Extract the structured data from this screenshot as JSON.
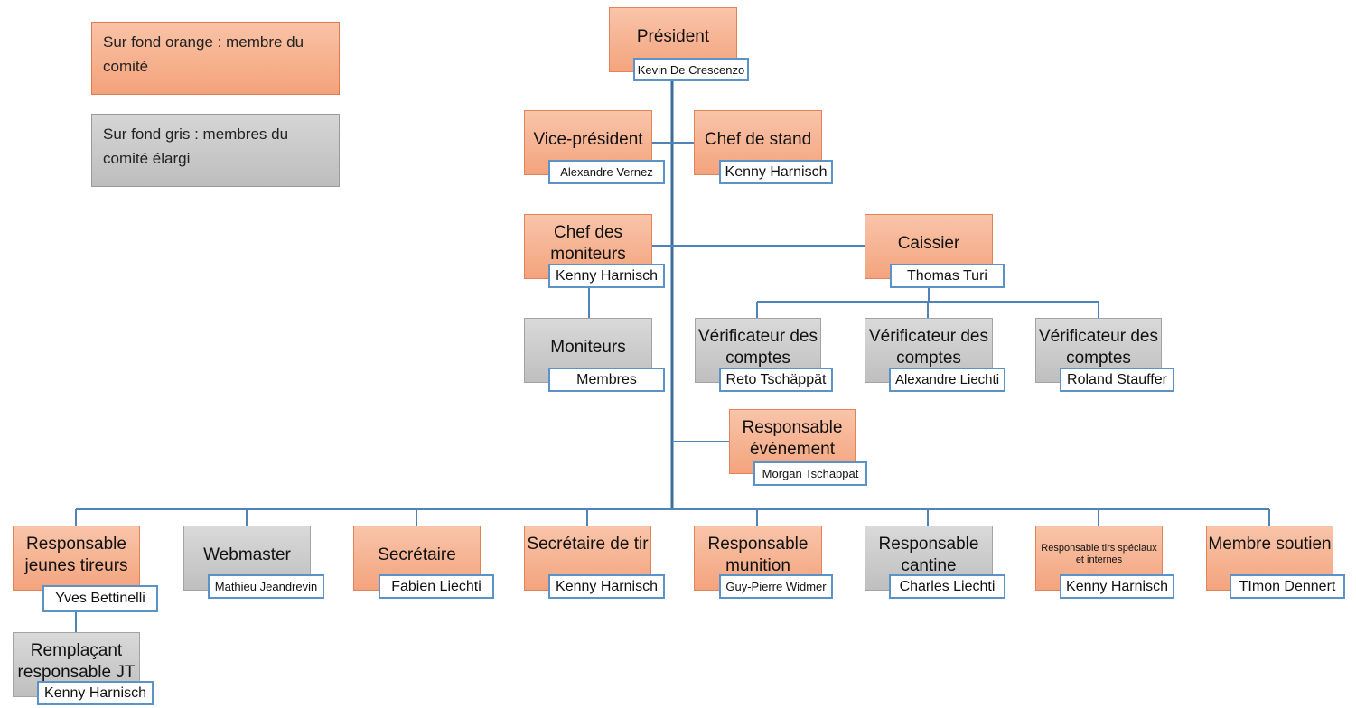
{
  "legend": {
    "orange": "Sur fond orange : membre du comité",
    "gray": "Sur fond gris : membres du comité élargi"
  },
  "colors": {
    "orange_fill": "#f4a27a",
    "gray_fill": "#c4c4c4",
    "connector": "#3b6e9e",
    "name_border": "#5b93c9"
  },
  "nodes": {
    "president": {
      "role": "Président",
      "name": "Kevin De Crescenzo"
    },
    "vice_president": {
      "role": "Vice-président",
      "name": "Alexandre Vernez"
    },
    "chef_stand": {
      "role": "Chef de stand",
      "name": "Kenny Harnisch"
    },
    "chef_moniteurs": {
      "role": "Chef des moniteurs",
      "name": "Kenny Harnisch"
    },
    "moniteurs": {
      "role": "Moniteurs",
      "name": "Membres"
    },
    "caissier": {
      "role": "Caissier",
      "name": "Thomas Turi"
    },
    "verif_1": {
      "role": "Vérificateur des comptes",
      "name": "Reto Tschäppät"
    },
    "verif_2": {
      "role": "Vérificateur des comptes",
      "name": "Alexandre Liechti"
    },
    "verif_3": {
      "role": "Vérificateur des comptes",
      "name": "Roland Stauffer"
    },
    "resp_evenement": {
      "role": "Responsable événement",
      "name": "Morgan Tschäppät"
    },
    "resp_jeunes_tireurs": {
      "role": "Responsable jeunes tireurs",
      "name": "Yves Bettinelli"
    },
    "remplacant_jt": {
      "role": "Remplaçant responsable JT",
      "name": "Kenny Harnisch"
    },
    "webmaster": {
      "role": "Webmaster",
      "name": "Mathieu Jeandrevin"
    },
    "secretaire": {
      "role": "Secrétaire",
      "name": "Fabien Liechti"
    },
    "secretaire_tir": {
      "role": "Secrétaire de tir",
      "name": "Kenny Harnisch"
    },
    "resp_munition": {
      "role": "Responsable munition",
      "name": "Guy-Pierre Widmer"
    },
    "resp_cantine": {
      "role": "Responsable cantine",
      "name": "Charles Liechti"
    },
    "resp_tirs_speciaux": {
      "role": "Responsable tirs spéciaux et internes",
      "name": "Kenny Harnisch"
    },
    "membre_soutien": {
      "role": "Membre soutien",
      "name": "TImon Dennert"
    }
  }
}
